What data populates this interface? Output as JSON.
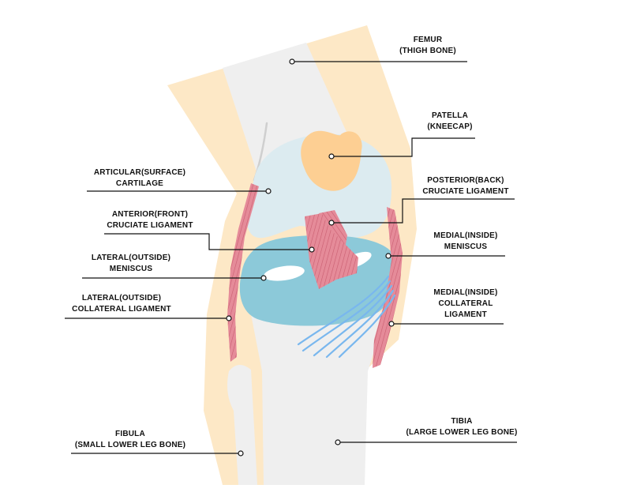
{
  "colors": {
    "background": "#ffffff",
    "soft_tissue": "#fde8c6",
    "bone": "#efefef",
    "cartilage": "#dcebf0",
    "meniscus": "#8cc9d9",
    "patella": "#fdcf93",
    "ligament": "#e58b99",
    "ligament_stripe": "#c95d70",
    "tendon": "#79b7ee",
    "leader_line": "#111111"
  },
  "labels": {
    "femur": {
      "line1": "FEMUR",
      "line2": "(THIGH BONE)"
    },
    "patella": {
      "line1": "PATELLA",
      "line2": "(KNEECAP)"
    },
    "articular": {
      "line1": "ARTICULAR(SURFACE)",
      "line2": "CARTILAGE"
    },
    "posterior": {
      "line1": "POSTERIOR(BACK)",
      "line2": "CRUCIATE LIGAMENT"
    },
    "anterior": {
      "line1": "ANTERIOR(FRONT)",
      "line2": "CRUCIATE LIGAMENT"
    },
    "medial_meniscus": {
      "line1": "MEDIAL(INSIDE)",
      "line2": "MENISCUS"
    },
    "lateral_meniscus": {
      "line1": "LATERAL(OUTSIDE)",
      "line2": "MENISCUS"
    },
    "medial_collateral": {
      "line1": "MEDIAL(INSIDE)",
      "line2": "COLLATERAL",
      "line3": "LIGAMENT"
    },
    "lateral_collateral": {
      "line1": "LATERAL(OUTSIDE)",
      "line2": "COLLATERAL LIGAMENT"
    },
    "tibia": {
      "line1": "TIBIA",
      "line2": "(LARGE LOWER LEG BONE)"
    },
    "fibula": {
      "line1": "FIBULA",
      "line2": "(SMALL LOWER LEG BONE)"
    }
  }
}
